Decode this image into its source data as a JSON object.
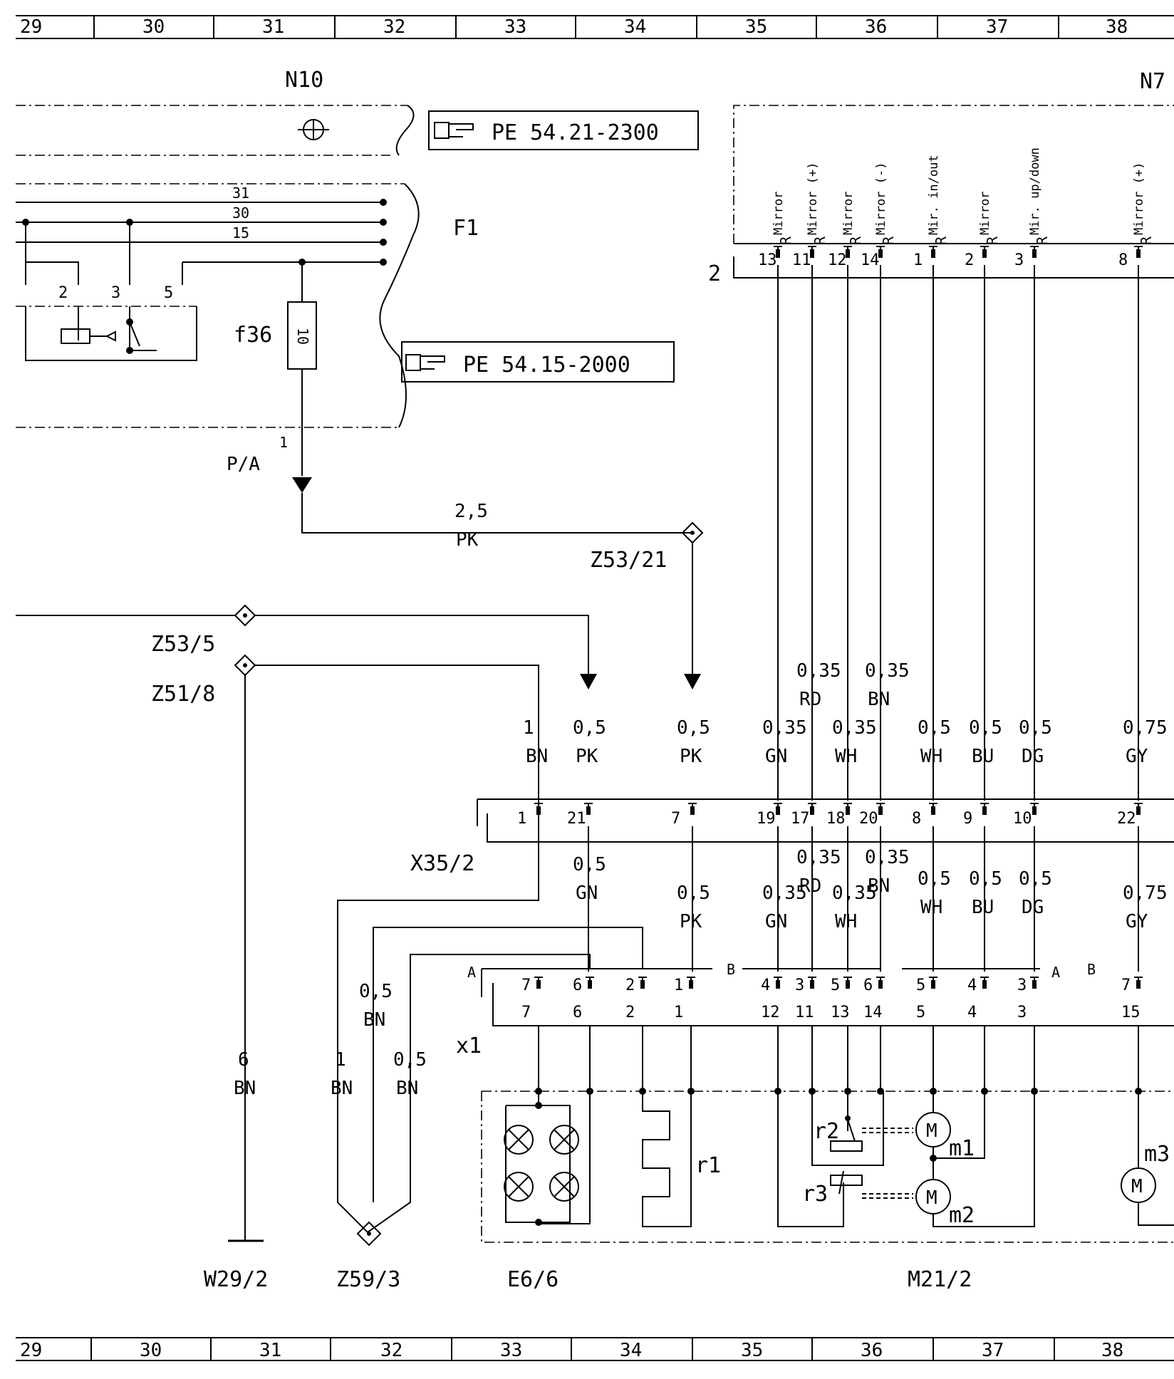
{
  "grid": {
    "columns_top": [
      "29",
      "30",
      "31",
      "32",
      "33",
      "34",
      "35",
      "36",
      "37",
      "38"
    ],
    "columns_bottom": [
      "29",
      "30",
      "31",
      "32",
      "33",
      "34",
      "35",
      "36",
      "37",
      "38"
    ]
  },
  "modules": {
    "n10": "N10",
    "n7": "N7",
    "f1": "F1",
    "f36": "f36",
    "fuse_rating": "10",
    "pa": "P/A",
    "connector_2": "2",
    "x35": "X35/2",
    "x1": "x1"
  },
  "references": {
    "ref1": "PE 54.21-2300",
    "ref2": "PE 54.15-2000"
  },
  "relay": {
    "pins": [
      "2",
      "3",
      "5"
    ],
    "bus_labels": [
      "31",
      "30",
      "15"
    ]
  },
  "splices": {
    "z53_21": "Z53/21",
    "z53_5": "Z53/5",
    "z51_8": "Z51/8",
    "z59_3": "Z59/3"
  },
  "wires": {
    "pk25_size": "2,5",
    "pk25_color": "PK"
  },
  "n7_pins": [
    {
      "label": "Mirror",
      "pin": "13"
    },
    {
      "label": "Mirror (+)",
      "pin": "11"
    },
    {
      "label": "Mirror",
      "pin": "12"
    },
    {
      "label": "Mirror (-)",
      "pin": "14"
    },
    {
      "label": "Mir. in/out",
      "pin": "1"
    },
    {
      "label": "Mirror",
      "pin": "2"
    },
    {
      "label": "Mir. up/down",
      "pin": "3"
    },
    {
      "label": "Mirror (+)",
      "pin": "8"
    }
  ],
  "n7_r": "R",
  "upper_wires": [
    {
      "size": "1",
      "color": "BN",
      "pin": "1"
    },
    {
      "size": "0,5",
      "color": "PK",
      "pin": "21"
    },
    {
      "size": "0,5",
      "color": "PK",
      "pin": "7"
    },
    {
      "size": "0,35",
      "color": "GN",
      "pin": "19"
    },
    {
      "size": "0,35",
      "color": "RD",
      "pin": "17"
    },
    {
      "size": "0,35",
      "color": "WH",
      "pin": "18"
    },
    {
      "size": "0,35",
      "color": "BN",
      "pin": "20"
    },
    {
      "size": "0,5",
      "color": "WH",
      "pin": "8"
    },
    {
      "size": "0,5",
      "color": "BU",
      "pin": "9"
    },
    {
      "size": "0,5",
      "color": "DG",
      "pin": "10"
    },
    {
      "size": "0,75",
      "color": "GY",
      "pin": "22"
    }
  ],
  "lower_wires": [
    {
      "size": "0,5",
      "color": "GN"
    },
    {
      "size": "0,5",
      "color": "PK"
    },
    {
      "size": "0,35",
      "color": "GN"
    },
    {
      "size": "0,35",
      "color": "RD"
    },
    {
      "size": "0,35",
      "color": "WH"
    },
    {
      "size": "0,35",
      "color": "BN"
    },
    {
      "size": "0,5",
      "color": "WH"
    },
    {
      "size": "0,5",
      "color": "BU"
    },
    {
      "size": "0,5",
      "color": "DG"
    },
    {
      "size": "0,75",
      "color": "GY"
    }
  ],
  "ground_wires": [
    {
      "size": "6",
      "color": "BN"
    },
    {
      "size": "1",
      "color": "BN"
    },
    {
      "size": "0,5",
      "color": "BN"
    },
    {
      "size": "0,5",
      "color": "BN"
    }
  ],
  "x1_pins": {
    "group_a_top": [
      "7",
      "6",
      "2",
      "1"
    ],
    "group_a_bottom": [
      "7",
      "6",
      "2",
      "1"
    ],
    "group_b_top": [
      "4",
      "3",
      "5",
      "6"
    ],
    "group_b_bottom": [
      "12",
      "11",
      "13",
      "14"
    ],
    "group_c_top": [
      "5",
      "4",
      "3"
    ],
    "group_c_bottom": [
      "5",
      "4",
      "3"
    ],
    "group_d_top": [
      "7"
    ],
    "group_d_bottom": [
      "15"
    ],
    "side_a": "A",
    "side_b": "B"
  },
  "components": {
    "r1": "r1",
    "r2": "r2",
    "r3": "r3",
    "m1": "m1",
    "m2": "m2",
    "m3": "m3",
    "motor": "M"
  },
  "bottom_labels": {
    "w29_2": "W29/2",
    "z59_3": "Z59/3",
    "e6_6": "E6/6",
    "m21_2": "M21/2"
  }
}
